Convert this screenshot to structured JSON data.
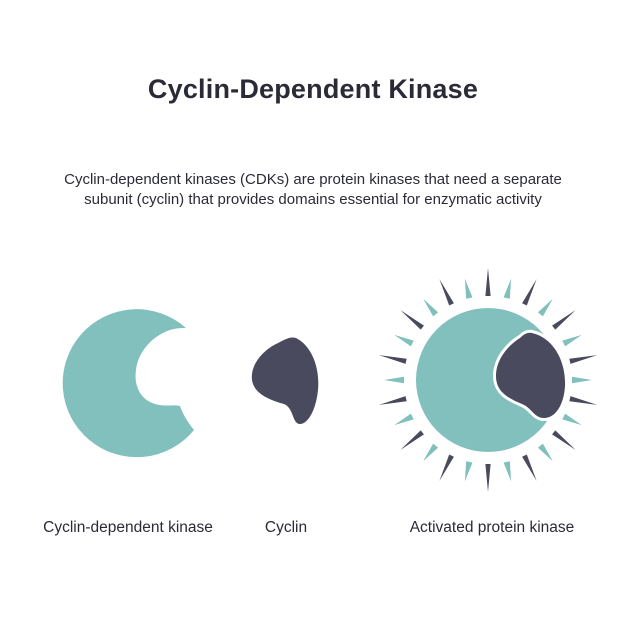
{
  "title": "Cyclin-Dependent Kinase",
  "description_lines": [
    "Cyclin-dependent kinases (CDKs) are protein kinases that need a separate",
    "subunit (cyclin) that provides domains essential for enzymatic activity"
  ],
  "labels": {
    "cdk": "Cyclin-dependent kinase",
    "cyclin": "Cyclin",
    "activated": "Activated protein kinase"
  },
  "colors": {
    "kinase": "#82c0bd",
    "cyclin": "#4a4a5e",
    "rays_teal": "#82c0bd",
    "rays_dark": "#4a4a5e",
    "text": "#2b2b37"
  }
}
